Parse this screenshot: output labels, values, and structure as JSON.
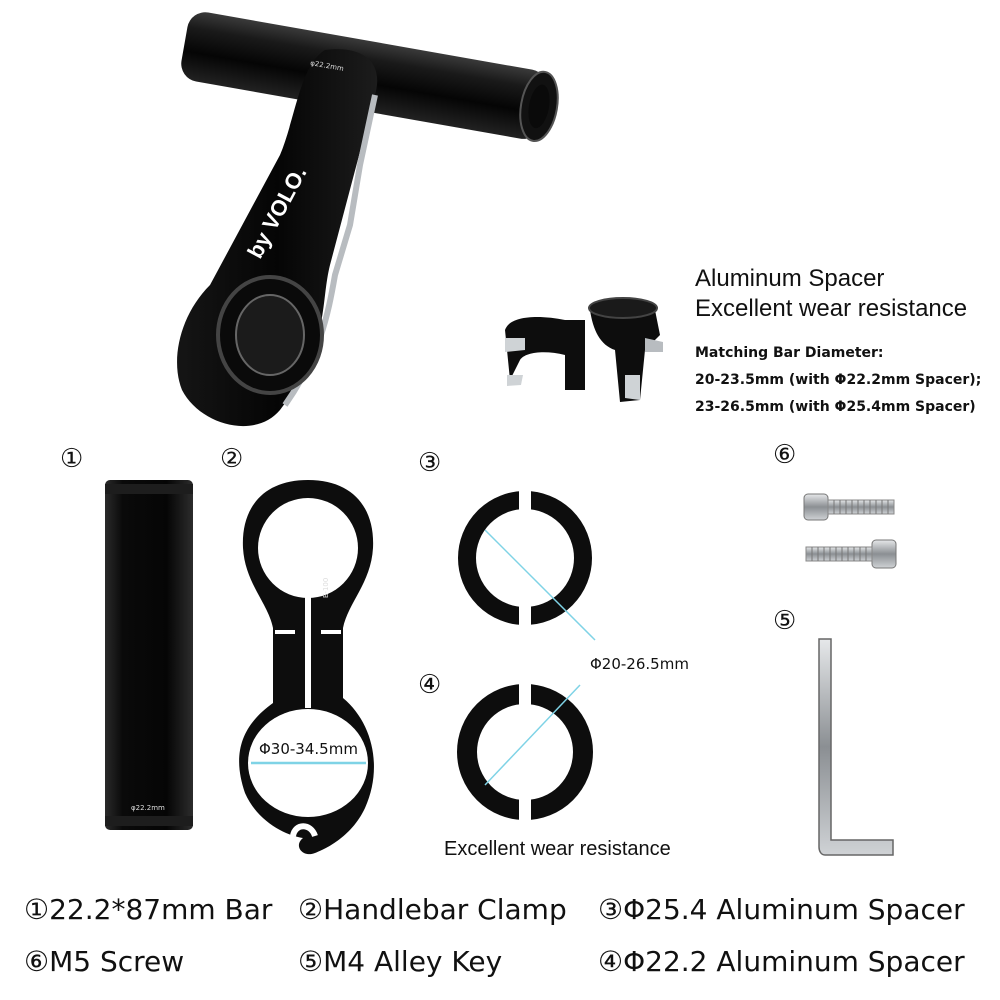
{
  "spacer_info": {
    "title_line1": "Aluminum Spacer",
    "title_line2": "Excellent wear resistance",
    "matching_label": "Matching Bar Diameter:",
    "spec1": "20-23.5mm (with Φ22.2mm Spacer);",
    "spec2": "23-26.5mm (with Φ25.4mm Spacer)"
  },
  "assembled": {
    "brand_text": "by VOLO.",
    "bar_marking": "φ22.2mm"
  },
  "parts": {
    "n1": "①",
    "n2": "②",
    "n3": "③",
    "n4": "④",
    "n5": "⑤",
    "n6": "⑥",
    "bar_marking": "φ22.2mm",
    "clamp_marking": "E-100",
    "clamp_dimension": "Φ30-34.5mm",
    "spacer_dimension": "Φ20-26.5mm",
    "wear_caption": "Excellent wear resistance"
  },
  "legend": {
    "item1": "①22.2*87mm Bar",
    "item2": "②Handlebar Clamp",
    "item3": "③Φ25.4 Aluminum Spacer",
    "item6": "⑥M5 Screw",
    "item5": "⑤M4 Alley Key",
    "item4": "④Φ22.2 Aluminum Spacer"
  },
  "colors": {
    "part_black": "#0d0d0d",
    "metal_silver": "#b8bcc0",
    "dimension_line": "#7fd3e6"
  }
}
